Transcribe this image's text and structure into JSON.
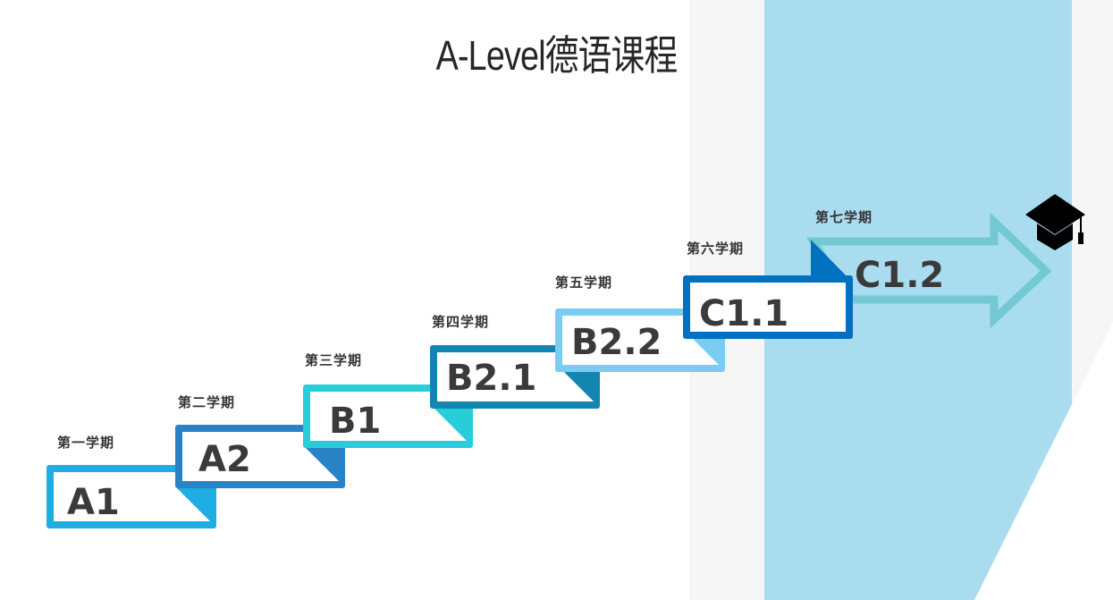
{
  "title": "A-Level德语课程",
  "colors": {
    "a1": "#1eaee3",
    "a2": "#2a82c6",
    "b1": "#27cdd8",
    "b21": "#1485b0",
    "b22": "#7acdf0",
    "c11": "#0070c0",
    "c12": "#72c9d4",
    "panel": "#aadcf0"
  },
  "steps": [
    {
      "term": "第一学期",
      "level": "A1"
    },
    {
      "term": "第二学期",
      "level": "A2"
    },
    {
      "term": "第三学期",
      "level": "B1"
    },
    {
      "term": "第四学期",
      "level": "B2.1"
    },
    {
      "term": "第五学期",
      "level": "B2.2"
    },
    {
      "term": "第六学期",
      "level": "C1.1"
    },
    {
      "term": "第七学期",
      "level": "C1.2"
    }
  ],
  "goal_icon": "graduation-cap-icon"
}
